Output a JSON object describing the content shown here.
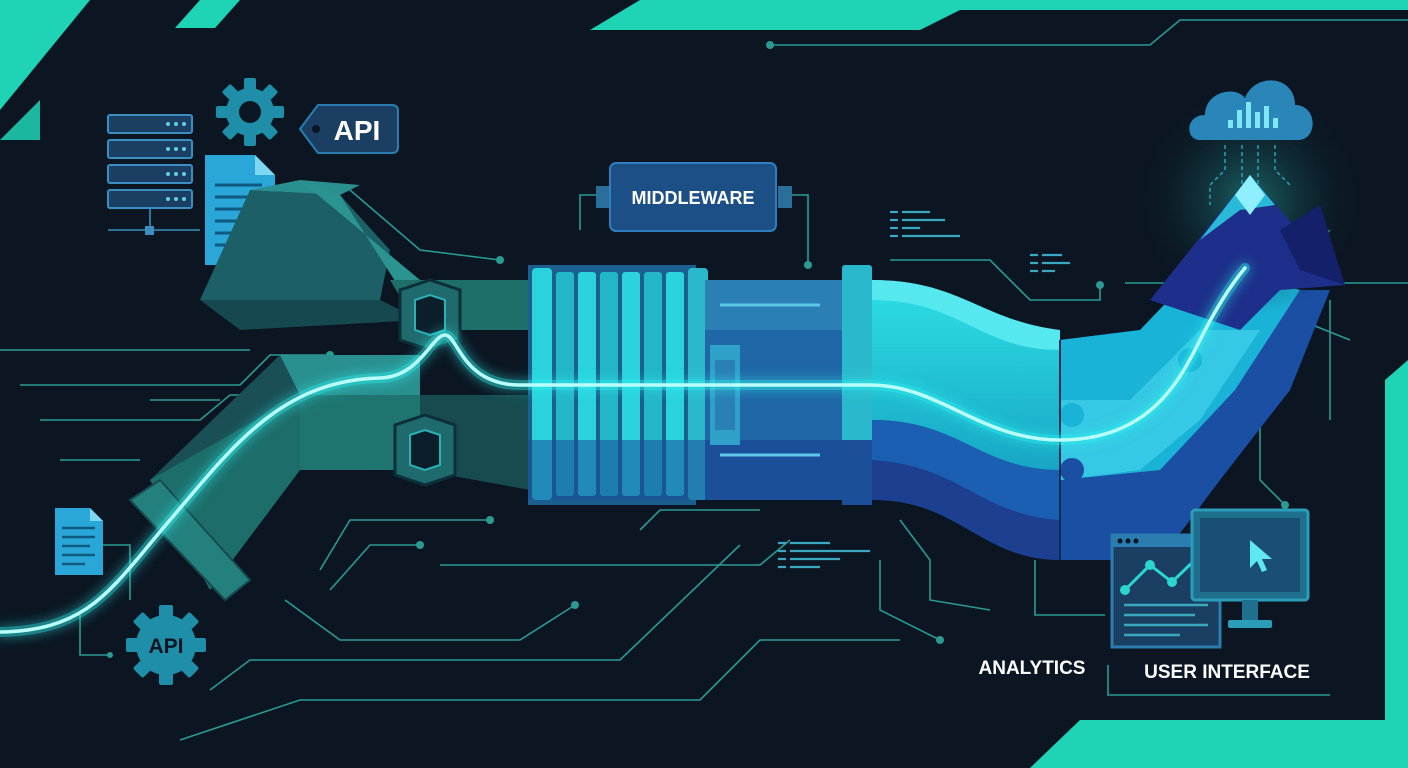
{
  "labels": {
    "api_top": "API",
    "api_bottom": "API",
    "middleware": "MIDDLEWARE",
    "analytics": "ANALYTICS",
    "user_interface": "USER INTERFACE"
  },
  "colors": {
    "background": "#0b1622",
    "accent_teal": "#1fd3b5",
    "glow_cyan": "#5ff7f0",
    "pipe_dark_teal": "#1e6f6a",
    "pipe_cyan": "#1fc6d6",
    "pipe_blue": "#1c4f99",
    "panel_navy": "#1a3f63",
    "line_teal": "#2a9a93"
  },
  "icons": {
    "gear_top": "gear-icon",
    "api_tag": "tag-icon",
    "server_rack": "server-rack-icon",
    "document_top": "document-icon",
    "document_bottom": "document-icon",
    "api_gear_bottom": "gear-icon",
    "cloud": "cloud-icon",
    "mountain": "mountain-peak-icon",
    "analytics_chart": "line-chart-icon",
    "monitor": "monitor-icon",
    "cursor": "cursor-icon"
  }
}
